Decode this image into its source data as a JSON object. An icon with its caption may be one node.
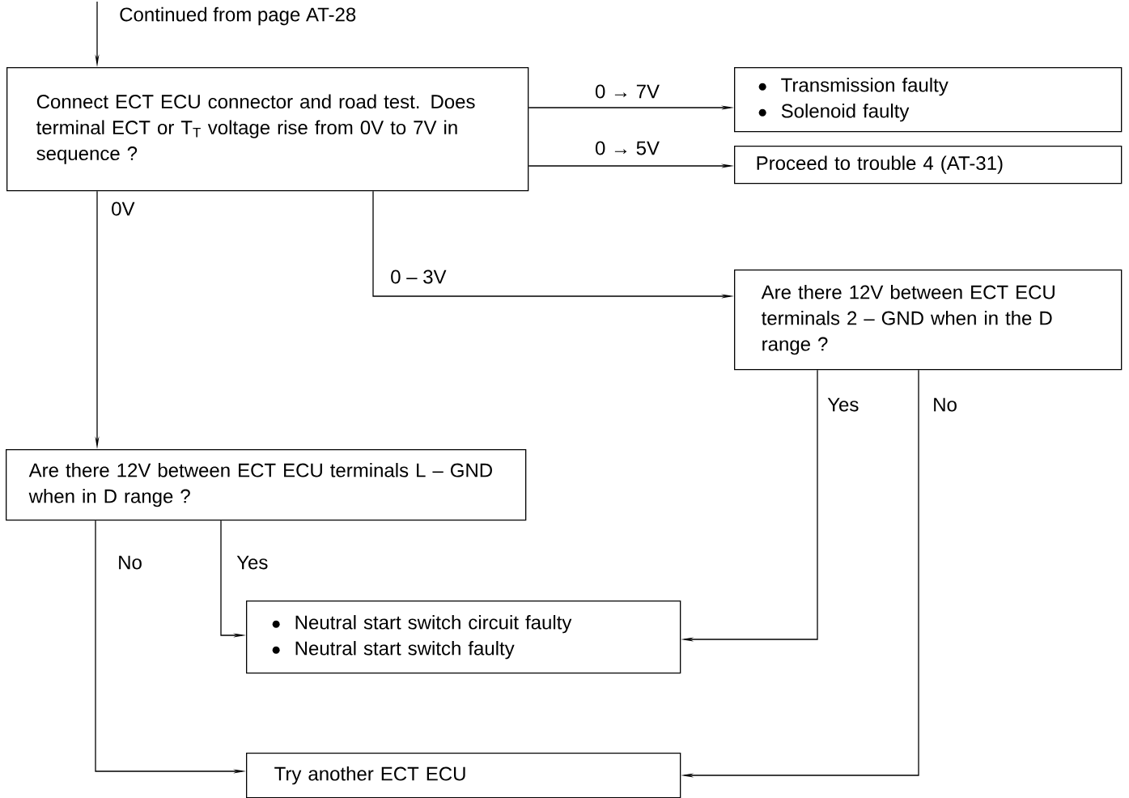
{
  "diagram": {
    "nodes": [
      {
        "text": [
          "Connect ECT ECU connector and road test. Does terminal ECT or T$_{T}$ voltage rise from 0V to 7V in sequence ?"
        ]
      },
      {
        "text": [
          "Transmission faulty",
          "Solenoid faulty"
        ]
      },
      {
        "text": [
          "Proceed to trouble 4 (AT-31)"
        ]
      },
      {
        "text": [
          "Are there 12V between ECT ECU terminals 2 – GND when in the D range ?"
        ]
      },
      {
        "text": [
          "Are there 12V between ECT ECU terminals L – GND when in D range ?"
        ]
      },
      {
        "text": [
          "Neutral start switch circuit faulty",
          "Neutral start switch faulty"
        ]
      },
      {
        "text": [
          "Try another ECT ECU"
        ]
      }
    ],
    "edges": [
      {
        "from": null,
        "to": 0,
        "arrow": "to",
        "label": "Continued from page AT-28"
      },
      {
        "from": 0,
        "to": 1,
        "arrow": "to",
        "label": "0 → 7V"
      },
      {
        "from": 0,
        "to": 2,
        "arrow": "to",
        "label": "0 → 5V"
      },
      {
        "from": 0,
        "to": 3,
        "arrow": "to",
        "label": "0 – 3V"
      },
      {
        "from": 0,
        "to": 4,
        "arrow": "to",
        "label": "0V"
      },
      {
        "from": 4,
        "to": 6,
        "arrow": "to",
        "label": "No"
      },
      {
        "from": 4,
        "to": 5,
        "arrow": "to",
        "label": "Yes"
      },
      {
        "from": 3,
        "to": 5,
        "arrow": "to",
        "label": "Yes"
      },
      {
        "from": 3,
        "to": 6,
        "arrow": "to",
        "label": "No"
      }
    ]
  }
}
